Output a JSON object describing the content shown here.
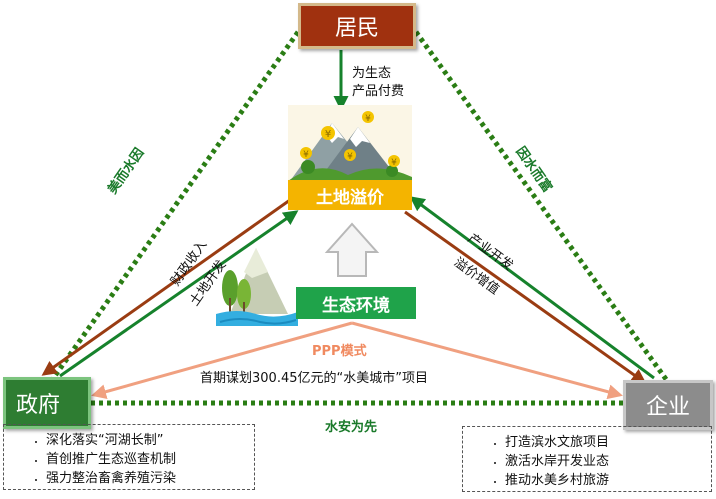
{
  "nodes": {
    "resident": "居民",
    "government": "政府",
    "enterprise": "企业",
    "land_premium": "土地溢价",
    "eco_environment": "生态环境"
  },
  "edges": {
    "pay_line1": "为生态",
    "pay_line2": "产品付费",
    "left_side": "美而水因",
    "right_side": "因水而富",
    "bottom_side": "水安为先",
    "fiscal_income": "财政收入",
    "land_development": "土地开发",
    "industry_development": "产业开发",
    "premium_increase": "溢价增值",
    "ppp_mode": "PPP模式",
    "ppp_project": "首期谋划300.45亿元的“水美城市”项目"
  },
  "government_list": [
    "深化落实“河湖长制”",
    "首创推广生态巡查机制",
    "强力整治畜禽养殖污染"
  ],
  "enterprise_list": [
    "打造滨水文旅项目",
    "激活水岸开发业态",
    "推动水美乡村旅游"
  ],
  "colors": {
    "green_dotted": "#2a7d14",
    "brown_arrow": "#9a3c12",
    "green_arrow": "#16822c",
    "ppp_arrow": "#f0a080",
    "resident_box": "#a0310f",
    "government_box": "#2e7d32",
    "enterprise_box": "#8c8c8c",
    "land_box": "#f4b400",
    "eco_box": "#1fa34a"
  }
}
